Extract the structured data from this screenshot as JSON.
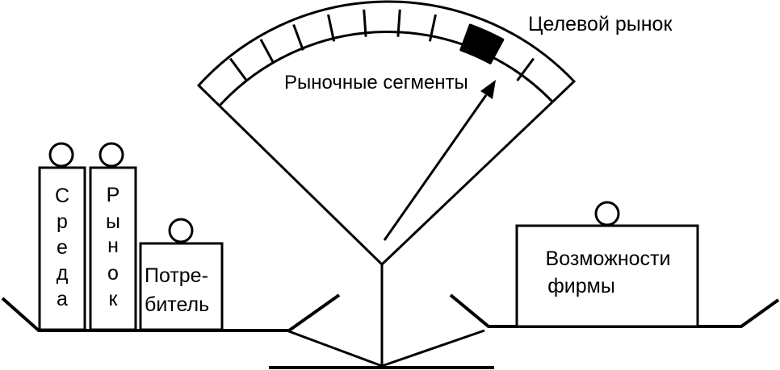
{
  "labels": {
    "target_market": "Целевой рынок",
    "market_segments": "Рыночные сегменты",
    "environment": [
      "С",
      "р",
      "е",
      "д",
      "а"
    ],
    "market": [
      "Р",
      "ы",
      "н",
      "о",
      "к"
    ],
    "consumer_line1": "Потре-",
    "consumer_line2": "битель",
    "firm_line1": "Возможности",
    "firm_line2": "фирмы"
  },
  "gauge": {
    "segment_count": 11,
    "target_segment_index": 8,
    "target_fill": "#000000"
  },
  "colors": {
    "stroke": "#000000",
    "background": "#ffffff"
  }
}
